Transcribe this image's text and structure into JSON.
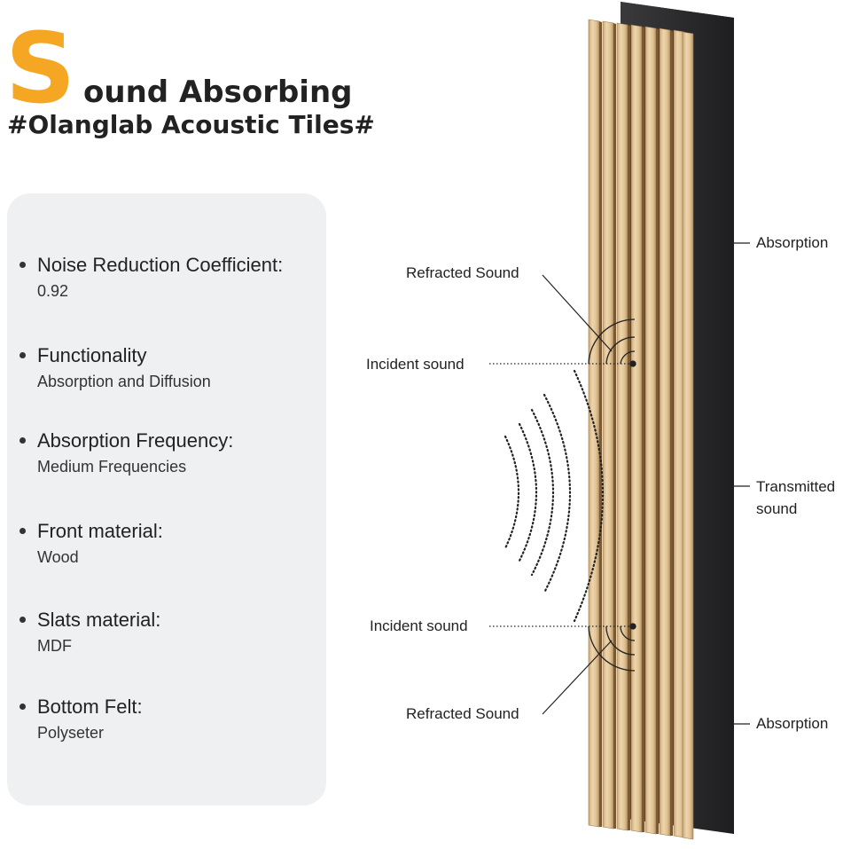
{
  "header": {
    "big_letter": "S",
    "title_rest": "ound Absorbing",
    "subtitle": "#Olanglab Acoustic Tiles#"
  },
  "colors": {
    "accent": "#F5A623",
    "card_bg": "#EEF0F2",
    "wood": "#E4C9A0",
    "felt": "#2A2A2C"
  },
  "specs": [
    {
      "name": "Noise Reduction Coefficient:",
      "value": "0.92"
    },
    {
      "name": "Functionality",
      "value": "Absorption and Diffusion"
    },
    {
      "name": "Absorption Frequency:",
      "value": "Medium Frequencies"
    },
    {
      "name": "Front material:",
      "value": "Wood"
    },
    {
      "name": "Slats material:",
      "value": "MDF"
    },
    {
      "name": "Bottom Felt:",
      "value": "Polyseter"
    }
  ],
  "callouts": {
    "absorption_top": "Absorption",
    "refracted_top": "Refracted Sound",
    "incident_top": "Incident sound",
    "transmitted_line1": "Transmitted",
    "transmitted_line2": "sound",
    "incident_bottom": "Incident sound",
    "refracted_bottom": "Refracted Sound",
    "absorption_bottom": "Absorption"
  }
}
